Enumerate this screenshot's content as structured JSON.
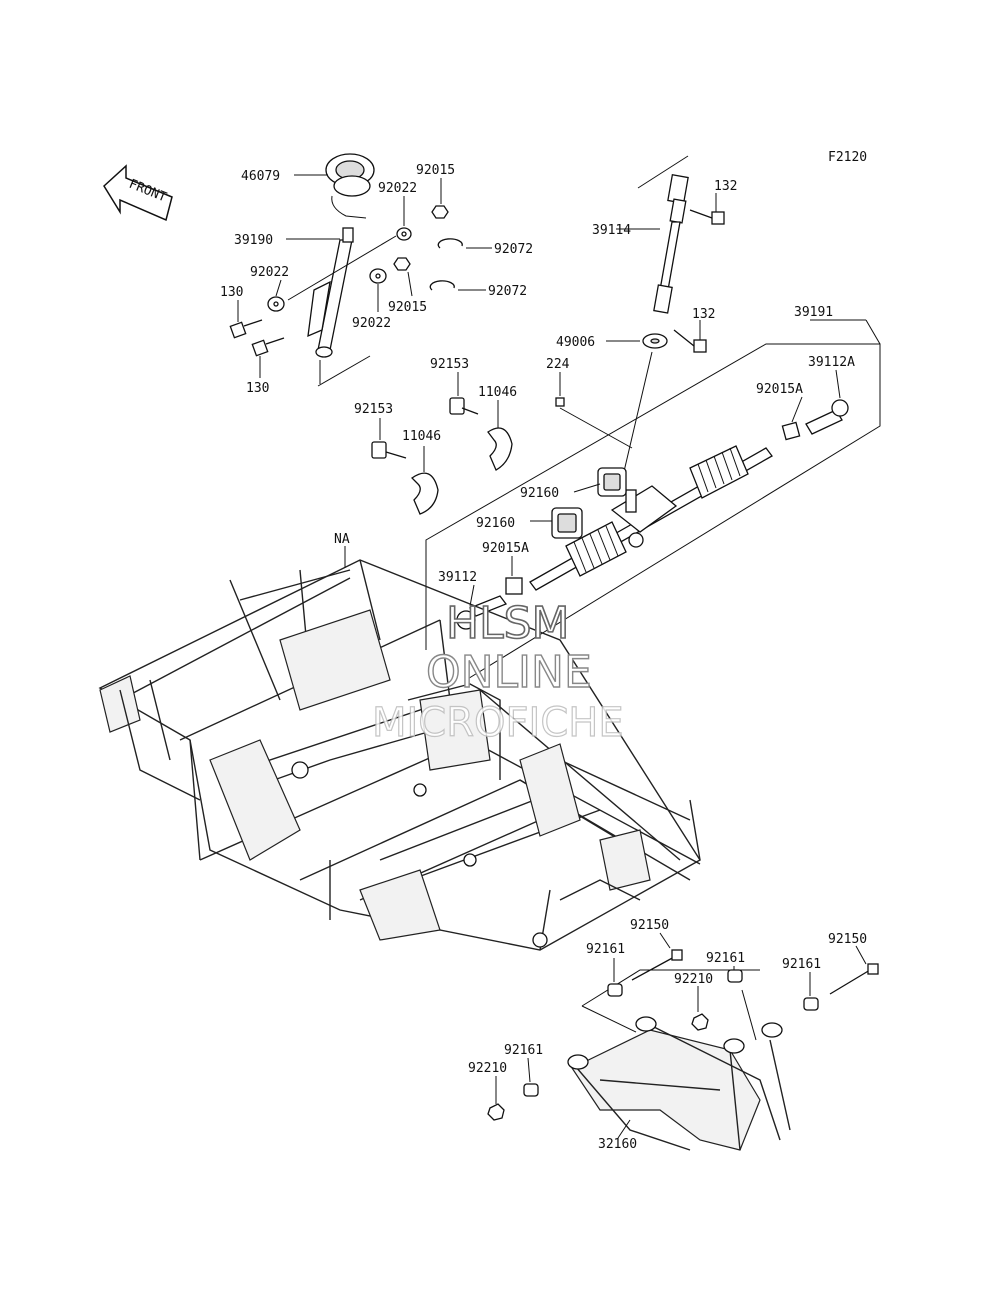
{
  "figure_code": "F2120",
  "direction_label": "FRONT",
  "watermark": {
    "line1": "HLSM",
    "line2": "ONLINE",
    "line3": "MICROFICHE"
  },
  "frame_label": "NA",
  "parts": {
    "p46079": "46079",
    "p39190": "39190",
    "p92022_a": "92022",
    "p92022_b": "92022",
    "p92022_c": "92022",
    "p92015_a": "92015",
    "p92015_b": "92015",
    "p92072_a": "92072",
    "p92072_b": "92072",
    "p130_a": "130",
    "p130_b": "130",
    "p39114": "39114",
    "p132_a": "132",
    "p132_b": "132",
    "p49006": "49006",
    "p39191": "39191",
    "p39112A": "39112A",
    "p92015A_a": "92015A",
    "p92015A_b": "92015A",
    "p224": "224",
    "p92153_a": "92153",
    "p92153_b": "92153",
    "p11046_a": "11046",
    "p11046_b": "11046",
    "p92160_a": "92160",
    "p92160_b": "92160",
    "p39112": "39112",
    "p92150_a": "92150",
    "p92150_b": "92150",
    "p92161_a": "92161",
    "p92161_b": "92161",
    "p92161_c": "92161",
    "p92161_d": "92161",
    "p92210_a": "92210",
    "p92210_b": "92210",
    "p32160": "32160"
  }
}
